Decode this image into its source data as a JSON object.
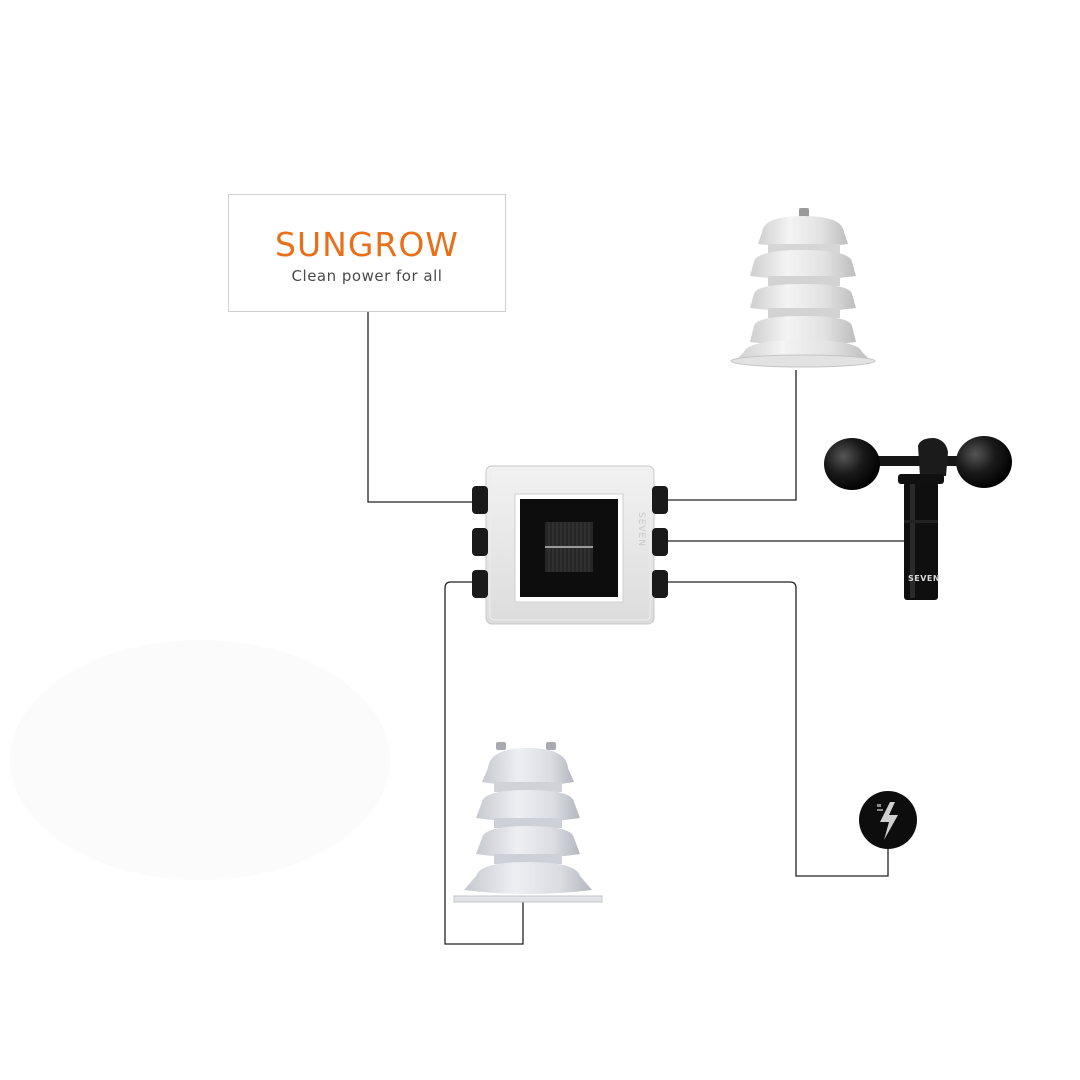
{
  "logo": {
    "brand": "SUNGROW",
    "tagline": "Clean power for all",
    "brand_color": "#e8701a"
  },
  "hub": {
    "brand": "SEVEN",
    "icon": "solar-panel-icon"
  },
  "devices": {
    "radiation_shield_top": "radiation-shield-icon",
    "anemometer": "anemometer-icon",
    "anemometer_brand": "SEVEN",
    "radiation_shield_bottom": "radiation-shield-icon",
    "power_sensor": "lightning-bolt-icon"
  },
  "colors": {
    "wire": "#222222",
    "device_body": "#e6e6e6",
    "device_dark": "#111111"
  }
}
